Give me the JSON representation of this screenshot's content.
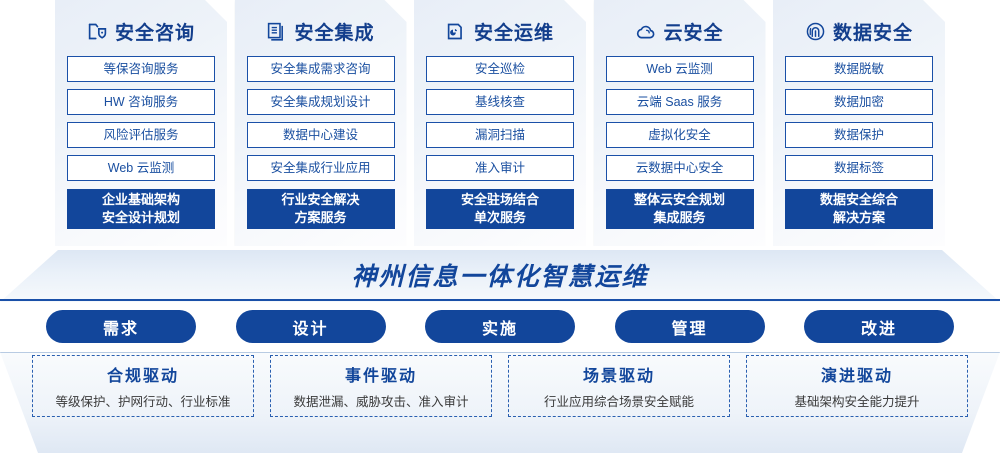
{
  "cards": [
    {
      "icon": "folder-shield-icon",
      "title": "安全咨询",
      "items": [
        "等保咨询服务",
        "HW 咨询服务",
        "风险评估服务",
        "Web 云监测"
      ],
      "highlight": [
        "企业基础架构",
        "安全设计规划"
      ]
    },
    {
      "icon": "stacked-documents-icon",
      "title": "安全集成",
      "items": [
        "安全集成需求咨询",
        "安全集成规划设计",
        "数据中心建设",
        "安全集成行业应用"
      ],
      "highlight": [
        "行业安全解决",
        "方案服务"
      ]
    },
    {
      "icon": "monitor-chart-icon",
      "title": "安全运维",
      "items": [
        "安全巡检",
        "基线核查",
        "漏洞扫描",
        "准入审计"
      ],
      "highlight": [
        "安全驻场结合",
        "单次服务"
      ]
    },
    {
      "icon": "cloud-icon",
      "title": "云安全",
      "items": [
        "Web 云监测",
        "云端 Saas 服务",
        "虚拟化安全",
        "云数据中心安全"
      ],
      "highlight": [
        "整体云安全规划",
        "集成服务"
      ]
    },
    {
      "icon": "fingerprint-icon",
      "title": "数据安全",
      "items": [
        "数据脱敏",
        "数据加密",
        "数据保护",
        "数据标签"
      ],
      "highlight": [
        "数据安全综合",
        "解决方案"
      ]
    }
  ],
  "banner": {
    "title": "神州信息一体化智慧运维"
  },
  "pills": [
    {
      "label": "需求"
    },
    {
      "label": "设计"
    },
    {
      "label": "实施"
    },
    {
      "label": "管理"
    },
    {
      "label": "改进"
    }
  ],
  "drivers": [
    {
      "title": "合规驱动",
      "subtitle": "等级保护、护网行动、行业标准"
    },
    {
      "title": "事件驱动",
      "subtitle": "数据泄漏、威胁攻击、准入审计"
    },
    {
      "title": "场景驱动",
      "subtitle": "行业应用综合场景安全赋能"
    },
    {
      "title": "演进驱动",
      "subtitle": "基础架构安全能力提升"
    }
  ],
  "colors": {
    "brand_blue": "#12469b",
    "outline_blue": "#1a50a8",
    "text_blue": "#1a4fa0",
    "panel_light": "#eef3f9"
  }
}
